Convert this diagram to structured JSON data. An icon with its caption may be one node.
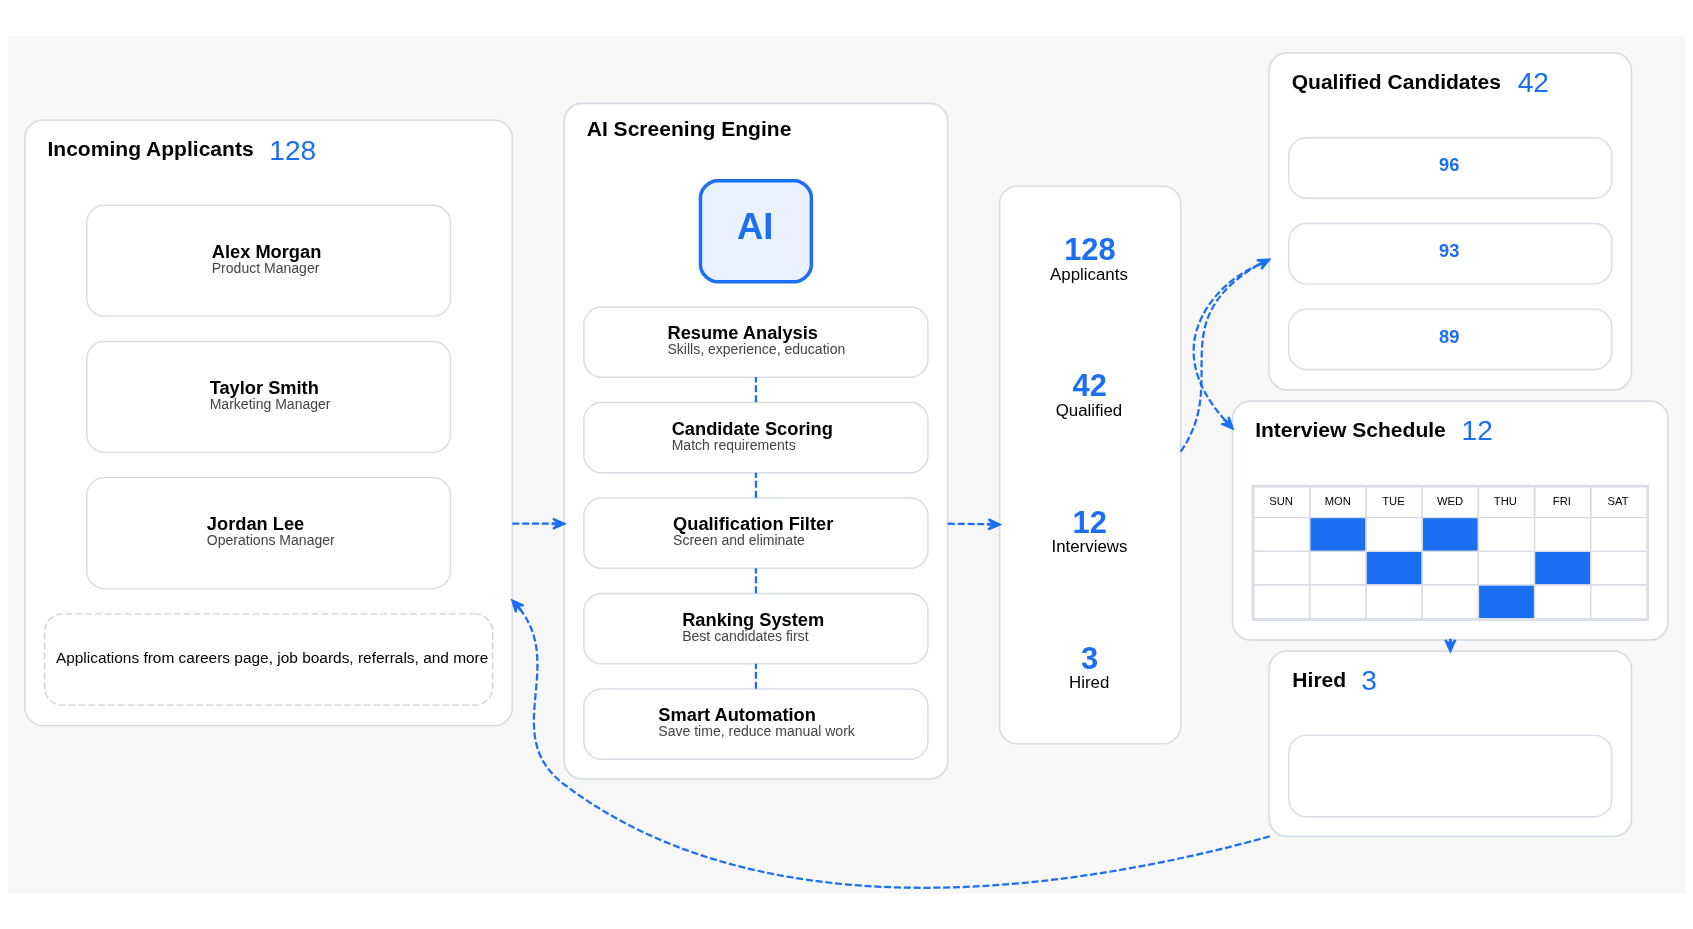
{
  "diagram": {
    "nodes": [
      {
        "text": [
          "Incoming Applicants",
          "128"
        ]
      },
      {
        "text": [
          "Alex Morgan",
          "Product Manager"
        ],
        "in": 0
      },
      {
        "text": [
          "Taylor Smith",
          "Marketing Manager"
        ],
        "in": 0
      },
      {
        "text": [
          "Jordan Lee",
          "Operations Manager"
        ],
        "in": 0
      },
      {
        "text": [
          "Applications from careers page, job boards, referrals, and more"
        ],
        "in": 0
      },
      {
        "text": [
          "AI Screening Engine"
        ]
      },
      {
        "text": [
          "AI"
        ],
        "in": 5
      },
      {
        "text": [
          "Resume Analysis",
          "Skills, experience, education"
        ],
        "in": 5
      },
      {
        "text": [
          "Candidate Scoring",
          "Match requirements"
        ],
        "in": 5
      },
      {
        "text": [
          "Qualification Filter",
          "Screen and eliminate"
        ],
        "in": 5
      },
      {
        "text": [
          "Ranking System",
          "Best candidates first"
        ],
        "in": 5
      },
      {
        "text": [
          "Smart Automation",
          "Save time, reduce manual work"
        ],
        "in": 5
      },
      {
        "text": [],
        "shape": "box"
      },
      {
        "text": [
          "128",
          "Applicants"
        ],
        "in": 12
      },
      {
        "text": [
          "42",
          "Qualified"
        ],
        "in": 12
      },
      {
        "text": [
          "12",
          "Interviews"
        ],
        "in": 12
      },
      {
        "text": [
          "3",
          "Hired"
        ],
        "in": 12
      },
      {
        "text": [
          "Qualified Candidates",
          "42"
        ]
      },
      {
        "text": [
          "96"
        ],
        "in": 17
      },
      {
        "text": [
          "93"
        ],
        "in": 17
      },
      {
        "text": [
          "89"
        ],
        "in": 17
      },
      {
        "text": [
          "Interview Schedule",
          "12"
        ]
      },
      {
        "text": [
          "SUN",
          "MON",
          "TUE",
          "WED",
          "THU",
          "FRI",
          "SAT"
        ],
        "in": 21
      },
      {
        "text": [
          "Hired",
          "3"
        ]
      },
      {
        "text": [],
        "shape": "box",
        "in": 23
      }
    ],
    "edges": [
      {
        "from": 0,
        "to": 5,
        "arrow": "to",
        "style": "dashed"
      },
      {
        "from": 7,
        "to": 8,
        "arrow": "none",
        "style": "dashed"
      },
      {
        "from": 8,
        "to": 9,
        "arrow": "none",
        "style": "dashed"
      },
      {
        "from": 9,
        "to": 10,
        "arrow": "none",
        "style": "dashed"
      },
      {
        "from": 10,
        "to": 11,
        "arrow": "none",
        "style": "dashed"
      },
      {
        "from": 5,
        "to": 12,
        "arrow": "to",
        "style": "dashed"
      },
      {
        "from": 12,
        "to": 17,
        "arrow": "to",
        "style": "dashed"
      },
      {
        "from": 17,
        "to": 21,
        "arrow": "to",
        "style": "dashed"
      },
      {
        "from": 21,
        "to": 23,
        "arrow": "to",
        "style": "dashed"
      },
      {
        "from": 23,
        "to": 0,
        "arrow": "to",
        "style": "dashed"
      }
    ]
  }
}
